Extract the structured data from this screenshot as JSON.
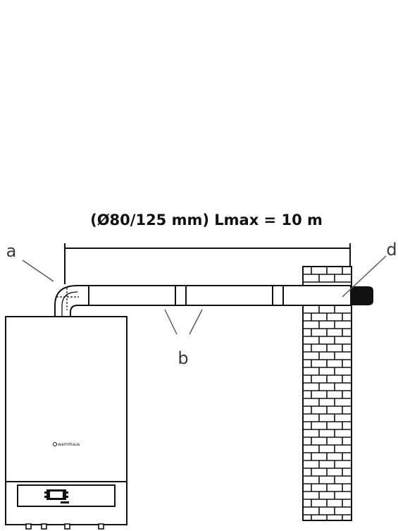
{
  "title": "(Ø80/125 mm) Lmax = 10 m",
  "labels": {
    "a": "a",
    "b": "b",
    "d": "d"
  },
  "brand": "warmhaus",
  "colors": {
    "line": "#111111",
    "label": "#3a3a3a",
    "terminal": "#111111",
    "background": "#ffffff"
  }
}
